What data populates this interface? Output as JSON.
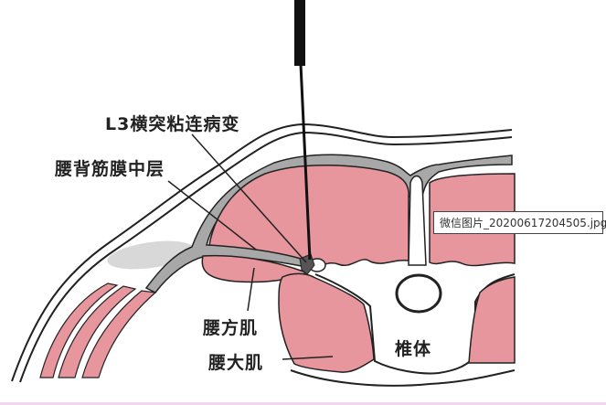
{
  "diagram": {
    "labels": {
      "l3_adhesion": "L3横突粘连病变",
      "thoracolumbar_fascia_middle": "腰背筋膜中层",
      "quadratus_lumborum": "腰方肌",
      "psoas_major": "腰大肌",
      "vertebral_body": "椎体"
    },
    "colors": {
      "muscle": "#e6969c",
      "fascia": "#a8a8a8",
      "outline": "#222222"
    }
  },
  "tooltip": {
    "filename": "微信图片_20200617204505.jpg"
  }
}
